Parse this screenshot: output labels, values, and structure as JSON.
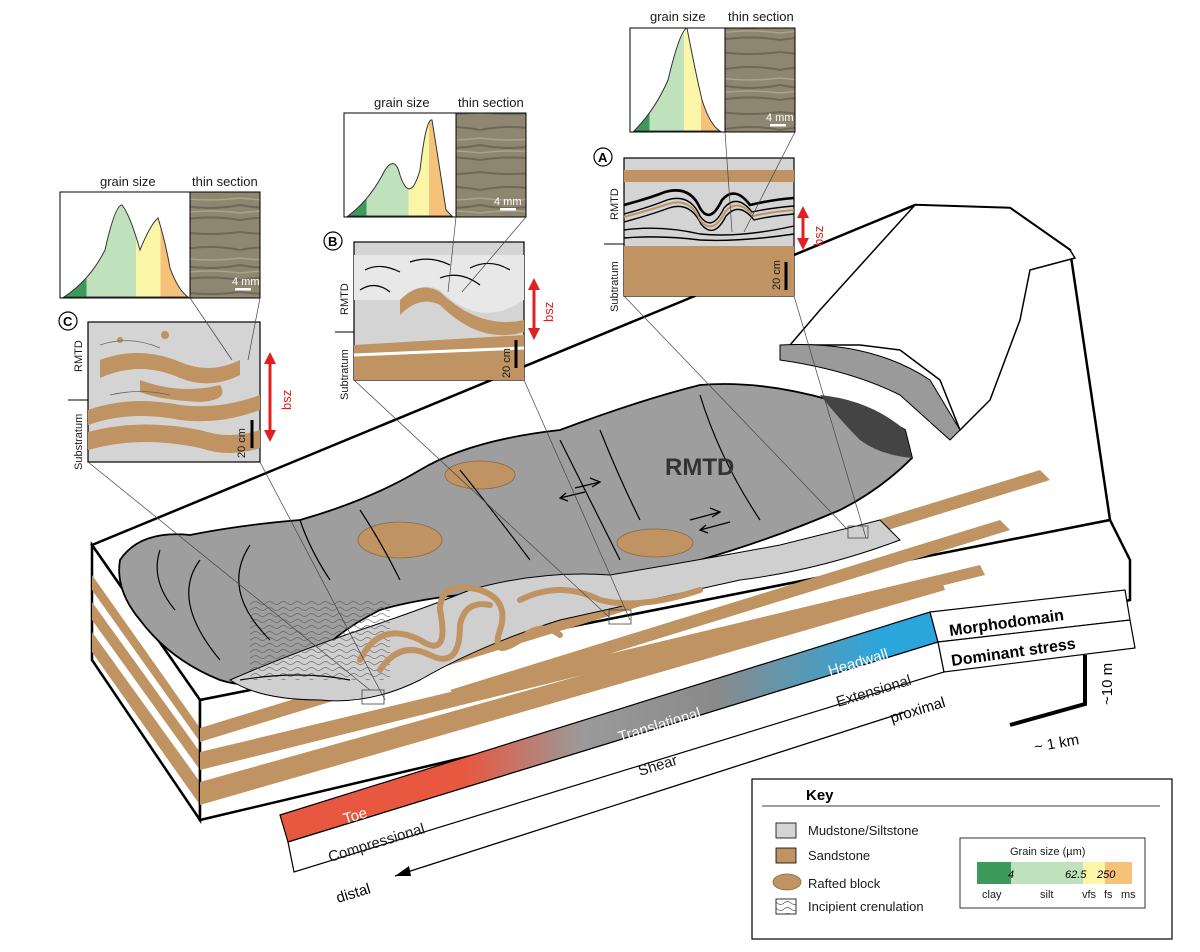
{
  "panels": {
    "A": {
      "letter": "A",
      "grain_size_label": "grain size",
      "thin_section_label": "thin section",
      "scale_mm": "4 mm",
      "rmtd_label": "RMTD",
      "base_label": "Subtratum",
      "scale_cm": "20 cm",
      "bsz_label": "bsz"
    },
    "B": {
      "letter": "B",
      "grain_size_label": "grain size",
      "thin_section_label": "thin section",
      "scale_mm": "4 mm",
      "rmtd_label": "RMTD",
      "base_label": "Subtratum",
      "scale_cm": "20 cm",
      "bsz_label": "bsz"
    },
    "C": {
      "letter": "C",
      "grain_size_label": "grain size",
      "thin_section_label": "thin section",
      "scale_mm": "4 mm",
      "rmtd_label": "RMTD",
      "base_label": "Substratum",
      "scale_cm": "20 cm",
      "bsz_label": "bsz"
    }
  },
  "block": {
    "title": "RMTD",
    "morphodomain_header": "Morphodomain",
    "stress_header": "Dominant stress",
    "domains": [
      "Toe",
      "Translational",
      "Headwall"
    ],
    "stresses": [
      "Compressional",
      "Shear",
      "Extensional"
    ],
    "proximal_label": "proximal",
    "distal_label": "distal",
    "scale_vertical": "~10 m",
    "scale_horizontal": "~ 1 km"
  },
  "key": {
    "title": "Key",
    "items": [
      {
        "label": "Mudstone/Siltstone",
        "color": "#d4d4d4"
      },
      {
        "label": "Sandstone",
        "color": "#bf9362"
      },
      {
        "label": "Rafted block",
        "color": "#bf9362"
      },
      {
        "label": "Incipient crenulation",
        "color": "#ffffff"
      }
    ],
    "grain_size": {
      "title": "Grain size (µm)",
      "boundaries": [
        "4",
        "62.5",
        "250"
      ],
      "classes": [
        "clay",
        "silt",
        "vfs",
        "fs",
        "ms"
      ],
      "colors": [
        "#3c9a5a",
        "#bfe2bd",
        "#fbf5a7",
        "#f6c27a"
      ]
    }
  },
  "colors": {
    "sand": "#bf9362",
    "mud": "#d4d4d4",
    "rmtd_gray": "#9e9e9e",
    "toe": "#e8573f",
    "translational": "#8c8c8c",
    "headwall": "#2aa6dd",
    "bsz_arrow": "#e02020"
  }
}
